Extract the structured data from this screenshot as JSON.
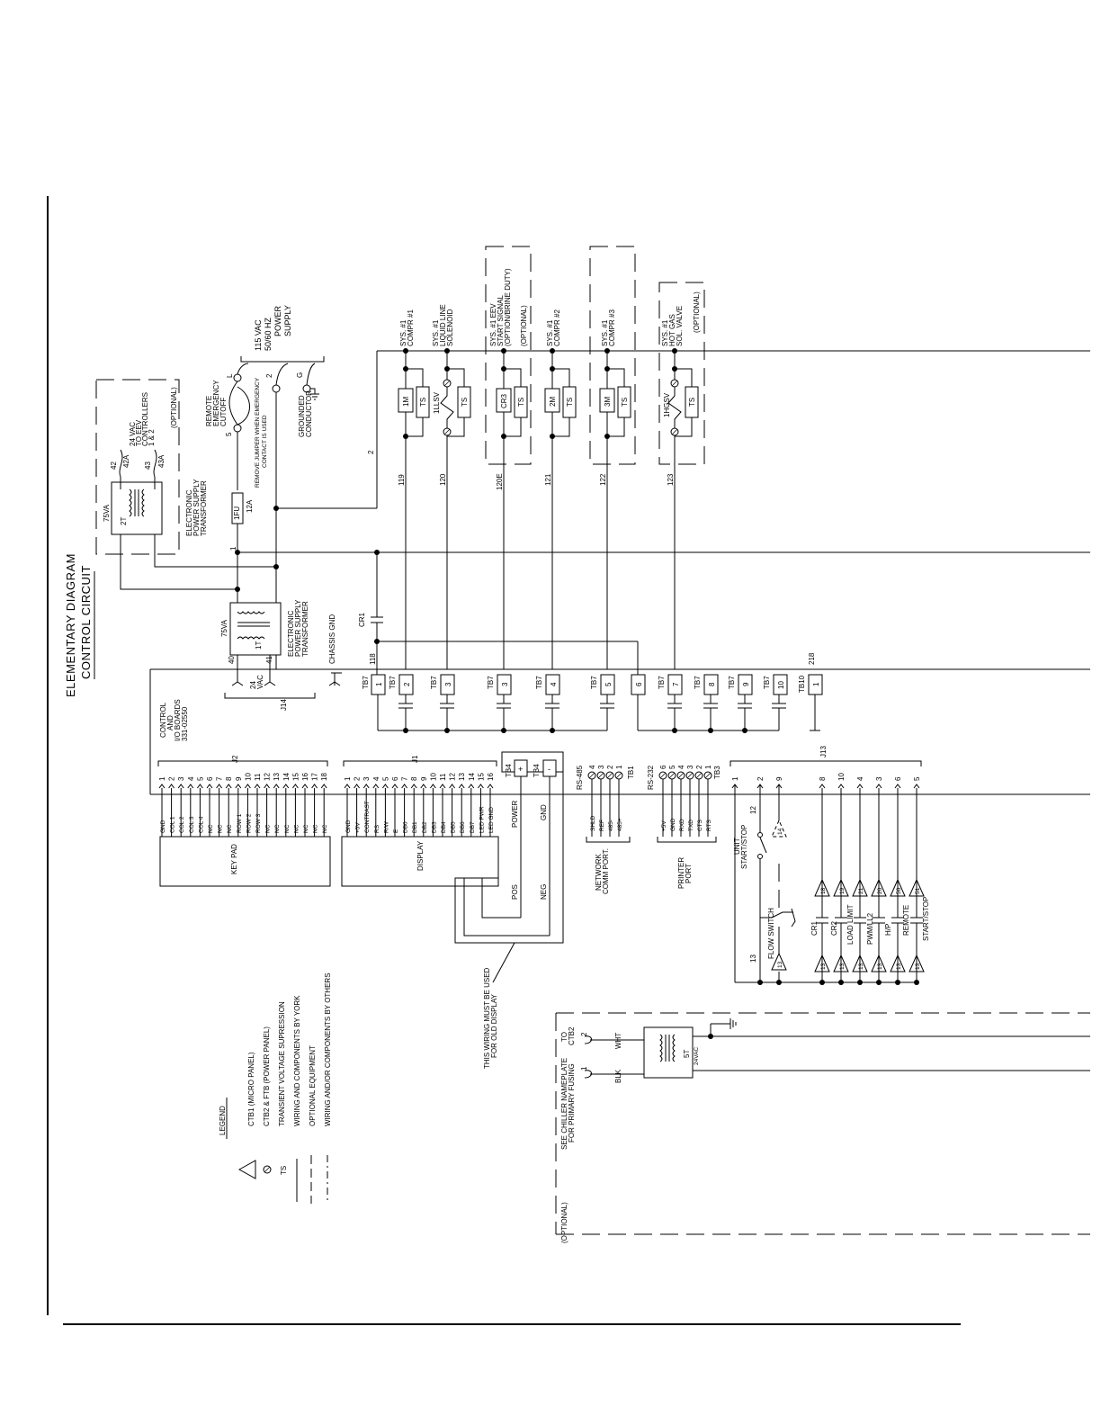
{
  "title": "ELEMENTARY DIAGRAM",
  "subtitle": "CONTROL CIRCUIT",
  "power_supply": {
    "label_lines": [
      "115 VAC",
      "50/60 HZ",
      "POWER",
      "SUPPLY"
    ],
    "terminal_l": "L",
    "terminal_n": "2",
    "terminal_g": "G",
    "grounded_conductor_lines": [
      "GROUNDED",
      "CONDUCTOR"
    ],
    "jumper_note_lines": [
      "REMOVE JUMPER WHEN EMERGENCY",
      "CONTACT IS USED"
    ],
    "emergency_lines": [
      "REMOTE",
      "EMERGENCY",
      "CUTOFF"
    ],
    "terminal_5": "5"
  },
  "transformer_upper": {
    "rating": "75VA",
    "designator": "2T",
    "label_lines": [
      "ELECTRONIC",
      "POWER SUPPLY",
      "TRANSFORMER"
    ],
    "fuse": "1FU",
    "fuse_rating": "12A",
    "wires": [
      "42",
      "42A",
      "43",
      "43A"
    ],
    "eev_lines": [
      "24 VAC",
      "TO EEV",
      "CONTROLLERS",
      "1 & 2"
    ],
    "optional": "(OPTIONAL)"
  },
  "transformer_lower": {
    "rating": "75VA",
    "designator": "1T",
    "label_lines": [
      "ELECTRONIC",
      "POWER SUPPLY",
      "TRANSFORMER"
    ],
    "wires": [
      "40",
      "41"
    ],
    "vac_lines": [
      "24",
      "VAC"
    ],
    "connector": "J14",
    "chassis_gnd": "CHASSIS GND"
  },
  "wire_labels": [
    "1",
    "2",
    "118",
    "119",
    "120",
    "120E",
    "121",
    "122",
    "123",
    "218"
  ],
  "relay_cr1": "CR1",
  "loads": [
    {
      "wire": "119",
      "device": "1M",
      "ts": "TS",
      "label_lines": [
        "SYS. #1",
        "COMPR #1"
      ],
      "optional": false,
      "tb": "2"
    },
    {
      "wire": "120",
      "device": "1LLSV",
      "ts": "TS",
      "label_lines": [
        "SYS. #1",
        "LIQUID LINE",
        "SOLENOID"
      ],
      "optional": false,
      "tb": "3"
    },
    {
      "wire": "120E",
      "device": "CR3",
      "ts": "TS",
      "label_lines": [
        "SYS. #1 EEV",
        "START SIGNAL",
        "(OPTION/BRINE DUTY)",
        "(OPTIONAL)"
      ],
      "optional": true,
      "tb": "3"
    },
    {
      "wire": "121",
      "device": "2M",
      "ts": "TS",
      "label_lines": [
        "SYS. #1",
        "COMPR #2"
      ],
      "optional": false,
      "tb": "4"
    },
    {
      "wire": "122",
      "device": "3M",
      "ts": "TS",
      "label_lines": [
        "SYS. #1",
        "COMPR #3"
      ],
      "optional": true,
      "tb": "5"
    },
    {
      "wire": "123",
      "device": "1HGSV",
      "ts": "TS",
      "label_lines": [
        "SYS. #1",
        "HOT GAS",
        "SOL. VALVE",
        "(OPTIONAL)"
      ],
      "optional": true,
      "tb": "7"
    }
  ],
  "tb7": {
    "name": "TB7",
    "terminals": [
      "1",
      "2",
      "3",
      "3",
      "4",
      "5",
      "6",
      "7",
      "8",
      "9",
      "10"
    ]
  },
  "tb10": {
    "name": "TB10",
    "terminal": "1"
  },
  "control_board": {
    "lines": [
      "CONTROL",
      "AND",
      "I/O BOARDS",
      "331-02550"
    ]
  },
  "j2": {
    "name": "J2",
    "pins": [
      "1",
      "2",
      "3",
      "4",
      "5",
      "6",
      "7",
      "8",
      "9",
      "10",
      "11",
      "12",
      "13",
      "14",
      "15",
      "16",
      "17",
      "18"
    ],
    "signals": [
      "GND",
      "COL 1",
      "COL 2",
      "COL 3",
      "COL 4",
      "NC",
      "NC",
      "NC",
      "ROW 1",
      "ROW 2",
      "ROW 3",
      "NC",
      "NC",
      "NC",
      "NC",
      "NC",
      "NC",
      "NC"
    ],
    "device": "KEY PAD"
  },
  "j1": {
    "name": "J1",
    "pins": [
      "1",
      "2",
      "3",
      "4",
      "5",
      "6",
      "7",
      "8",
      "9",
      "10",
      "11",
      "12",
      "13",
      "14",
      "15",
      "16"
    ],
    "signals": [
      "GND",
      "+5V",
      "CONTRAST",
      "RS",
      "R/W",
      "E",
      "DB0",
      "DB1",
      "DB2",
      "DB3",
      "DB4",
      "DB5",
      "DB6",
      "DB7",
      "LED PWR",
      "LED GND"
    ],
    "device": "DISPLAY"
  },
  "tb4": {
    "name": "TB4",
    "plus": "+",
    "minus": "-",
    "power": "POWER",
    "gnd": "GND",
    "pos": "POS",
    "neg": "NEG",
    "note_lines": [
      "THIS WIRING MUST BE USED",
      "FOR OLD DISPLAY"
    ]
  },
  "tb1": {
    "name": "TB1",
    "std": "RS-485",
    "pins": [
      "4",
      "3",
      "2",
      "1"
    ],
    "signals": [
      "SHLD",
      "REF",
      "485-",
      "485+"
    ],
    "device_lines": [
      "NETWORK",
      "COMM PORT."
    ]
  },
  "tb3": {
    "name": "TB3",
    "std": "RS-232",
    "pins": [
      "6",
      "5",
      "4",
      "3",
      "2",
      "1"
    ],
    "signals": [
      "+5V",
      "GND",
      "RXD",
      "TXD",
      "CTS",
      "RTS"
    ],
    "device_lines": [
      "PRINTER",
      "PORT"
    ]
  },
  "j13": {
    "name": "J13",
    "pins": [
      "1",
      "2",
      "9",
      "8",
      "10",
      "4",
      "3",
      "6",
      "5"
    ],
    "unit_start_stop_lines": [
      "UNIT",
      "START/STOP"
    ],
    "wire_12": "12",
    "wire_13": "13",
    "flow_switch": "FLOW SWITCH",
    "inputs": [
      "CR1",
      "CR2",
      "LOAD LIMIT",
      "PWM/LL2",
      "H/P",
      "REMOTE",
      "START/STOP"
    ],
    "tvs_top": [
      "14",
      "18",
      "19",
      "21",
      "20",
      "50",
      "51"
    ],
    "tvs_bottom": [
      "13",
      "13",
      "13",
      "13",
      "13",
      "13",
      "13"
    ]
  },
  "transformer_5t": {
    "designator": "5T",
    "rating": "24VAC",
    "wht": "WHT",
    "blk": "BLK",
    "to_ctb2_lines": [
      "TO",
      "CTB2"
    ],
    "terminal_2": "2",
    "terminal_1": "1",
    "fusing_note_lines": [
      "SEE CHILLER NAMEPLATE",
      "FOR PRIMARY FUSING"
    ],
    "optional": "(OPTIONAL)"
  },
  "legend": {
    "title": "LEGEND",
    "items": [
      {
        "symbol": "triangle",
        "text": "CTB1 (MICRO PANEL)"
      },
      {
        "symbol": "circle-slash",
        "text": "CTB2 & FTB (POWER PANEL)"
      },
      {
        "symbol": "TS",
        "text": "TRANSIENT VOLTAGE SUPRESSION"
      },
      {
        "symbol": "solid",
        "text": "WIRING AND COMPONENTS BY YORK"
      },
      {
        "symbol": "dashed",
        "text": "OPTIONAL EQUIPMENT"
      },
      {
        "symbol": "dash-dot",
        "text": "WIRING AND/OR COMPONENTS BY OTHERS"
      }
    ]
  }
}
